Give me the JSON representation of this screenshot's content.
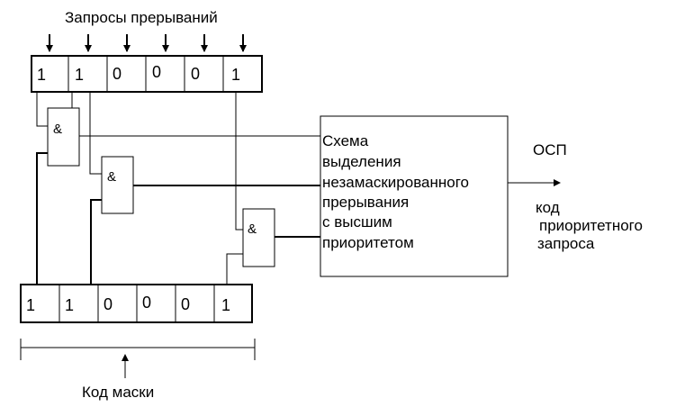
{
  "requests": {
    "title": "Запросы прерываний",
    "bits": [
      "1",
      "1",
      "0",
      "0",
      "0",
      "1"
    ]
  },
  "mask": {
    "title": "Код маски",
    "bits": [
      "1",
      "1",
      "0",
      "0",
      "0",
      "1"
    ]
  },
  "gate_symbol": "&",
  "scheme_lines": [
    "Схема",
    "выделения",
    "незамаскированного",
    "прерывания",
    "с высшим",
    "приоритетом"
  ],
  "output": {
    "label": "ОСП",
    "code_lines": [
      "код",
      "приоритетного",
      "запроса"
    ]
  }
}
